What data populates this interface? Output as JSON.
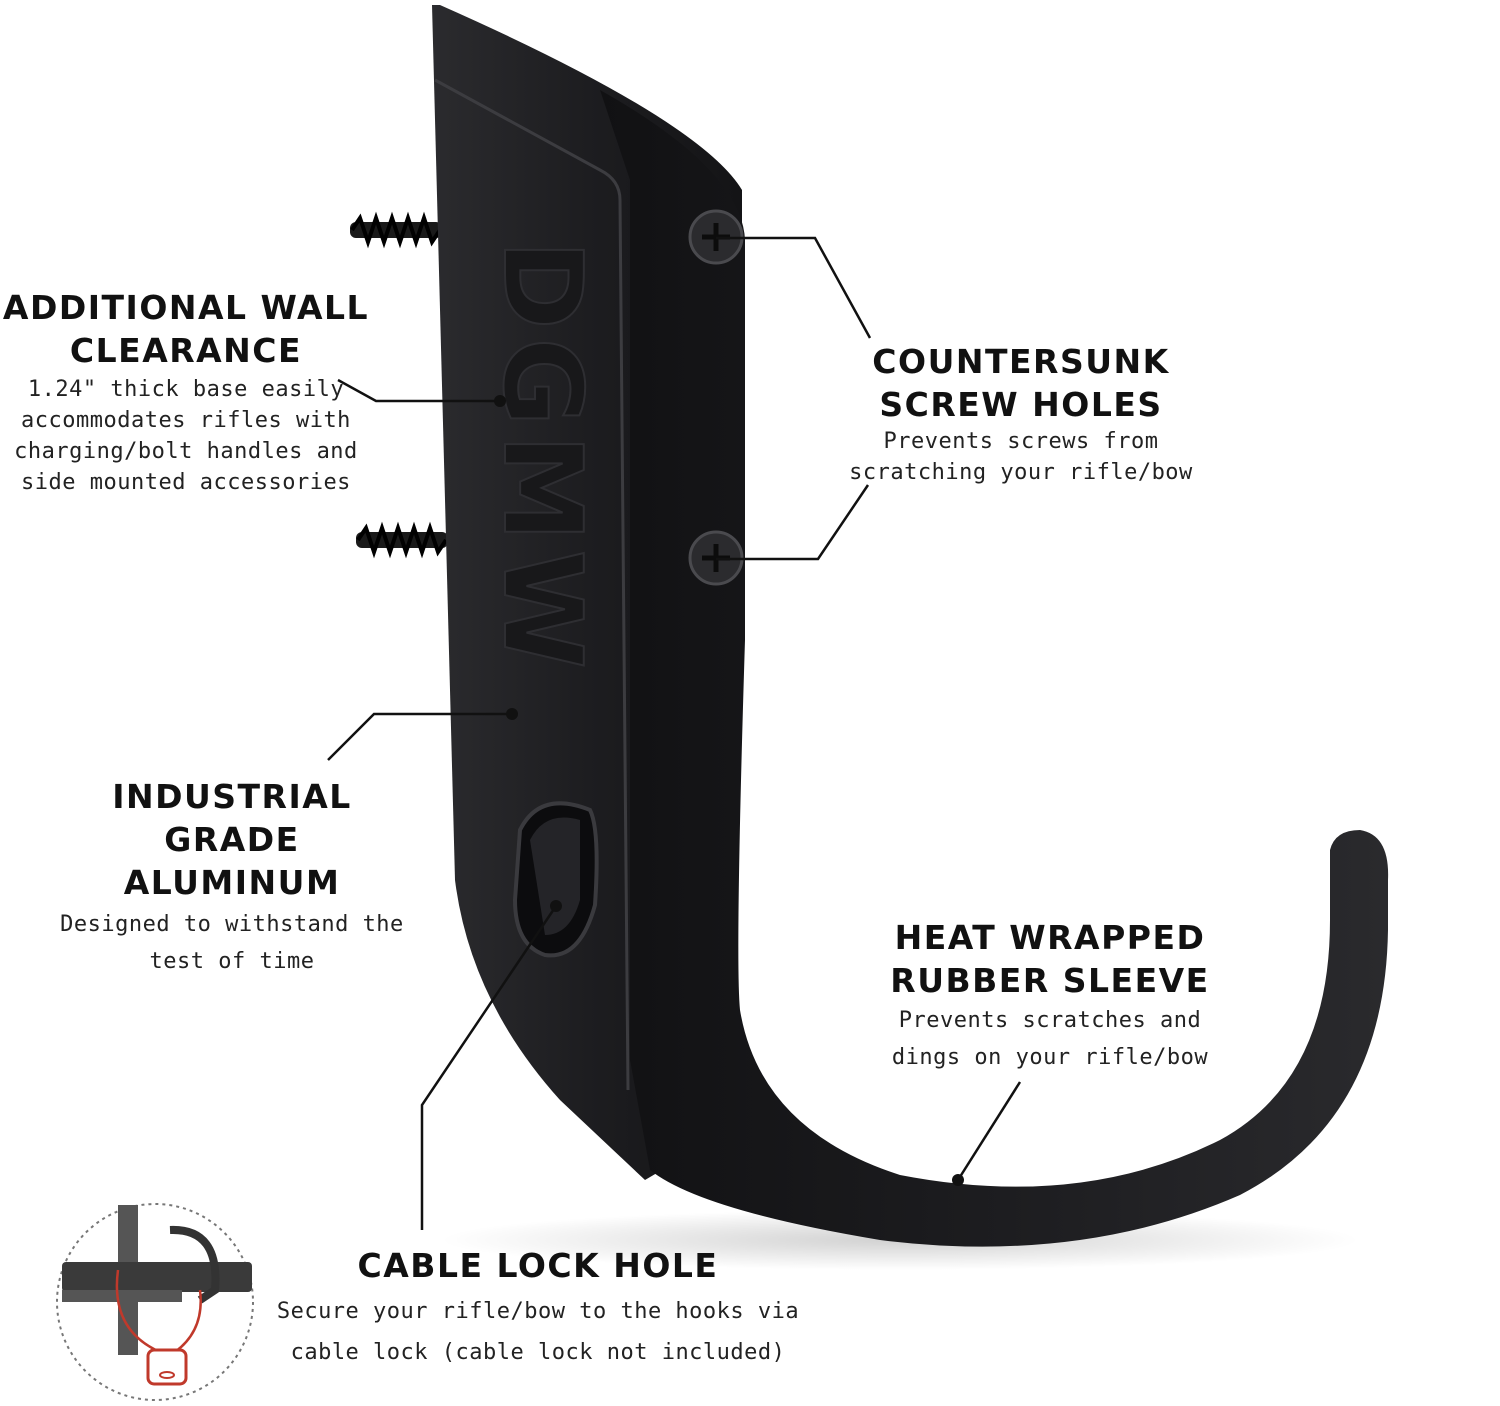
{
  "colors": {
    "hook": "#1c1c1e",
    "hook_highlight": "#3a3a3d",
    "lines": "#111111",
    "lock_accent": "#c0392b"
  },
  "product": {
    "emboss_text": "DGMW"
  },
  "callouts": {
    "wall_clearance": {
      "title_line1": "ADDITIONAL WALL",
      "title_line2": "CLEARANCE",
      "desc_line1": "1.24\" thick base easily",
      "desc_line2": "accommodates rifles with",
      "desc_line3": "charging/bolt handles and",
      "desc_line4": "side mounted accessories"
    },
    "screw_holes": {
      "title_line1": "COUNTERSUNK",
      "title_line2": "SCREW HOLES",
      "desc_line1": "Prevents screws from",
      "desc_line2": "scratching your rifle/bow"
    },
    "aluminum": {
      "title_line1": "INDUSTRIAL GRADE",
      "title_line2": "ALUMINUM",
      "desc_line1": "Designed to withstand the",
      "desc_line2": "test of time"
    },
    "sleeve": {
      "title_line1": "HEAT WRAPPED",
      "title_line2": "RUBBER SLEEVE",
      "desc_line1": "Prevents scratches and",
      "desc_line2": "dings on your rifle/bow"
    },
    "cable_lock": {
      "title": "CABLE LOCK HOLE",
      "desc_line1": "Secure your rifle/bow to the hooks via",
      "desc_line2": "cable lock (cable lock not included)"
    }
  }
}
